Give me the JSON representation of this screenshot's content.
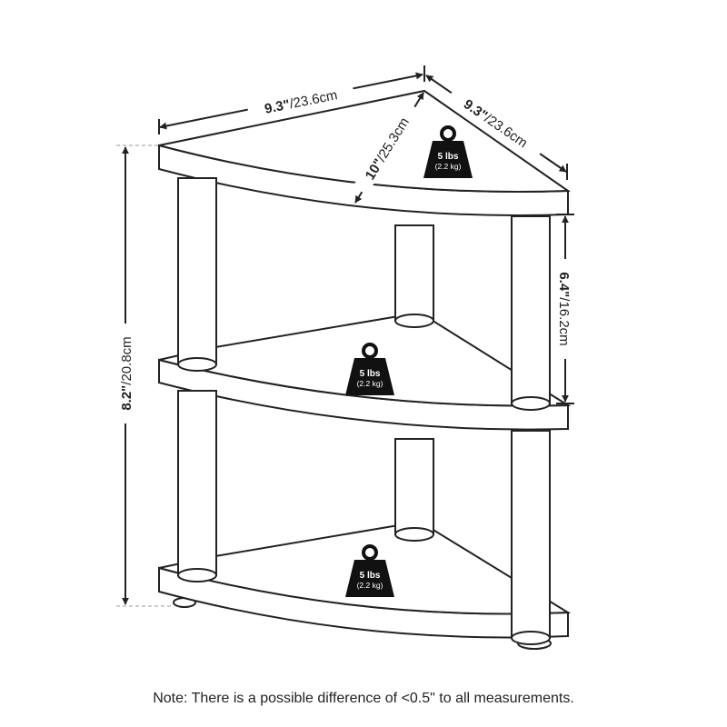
{
  "dimensions": {
    "top_left_edge": {
      "imperial": "9.3\"",
      "metric": "/23.6cm"
    },
    "top_right_edge": {
      "imperial": "9.3\"",
      "metric": "/23.6cm"
    },
    "depth": {
      "imperial": "10\"",
      "metric": "/25.3cm"
    },
    "shelf_spacing": {
      "imperial": "6.4\"",
      "metric": "/16.2cm"
    },
    "total_height": {
      "imperial": "8.2\"",
      "metric": "/20.8cm"
    }
  },
  "weights": [
    {
      "capacity": "5 lbs",
      "metric": "(2.2 kg)"
    },
    {
      "capacity": "5 lbs",
      "metric": "(2.2 kg)"
    },
    {
      "capacity": "5 lbs",
      "metric": "(2.2 kg)"
    }
  ],
  "note": "Note: There is a possible difference of <0.5\" to all measurements."
}
